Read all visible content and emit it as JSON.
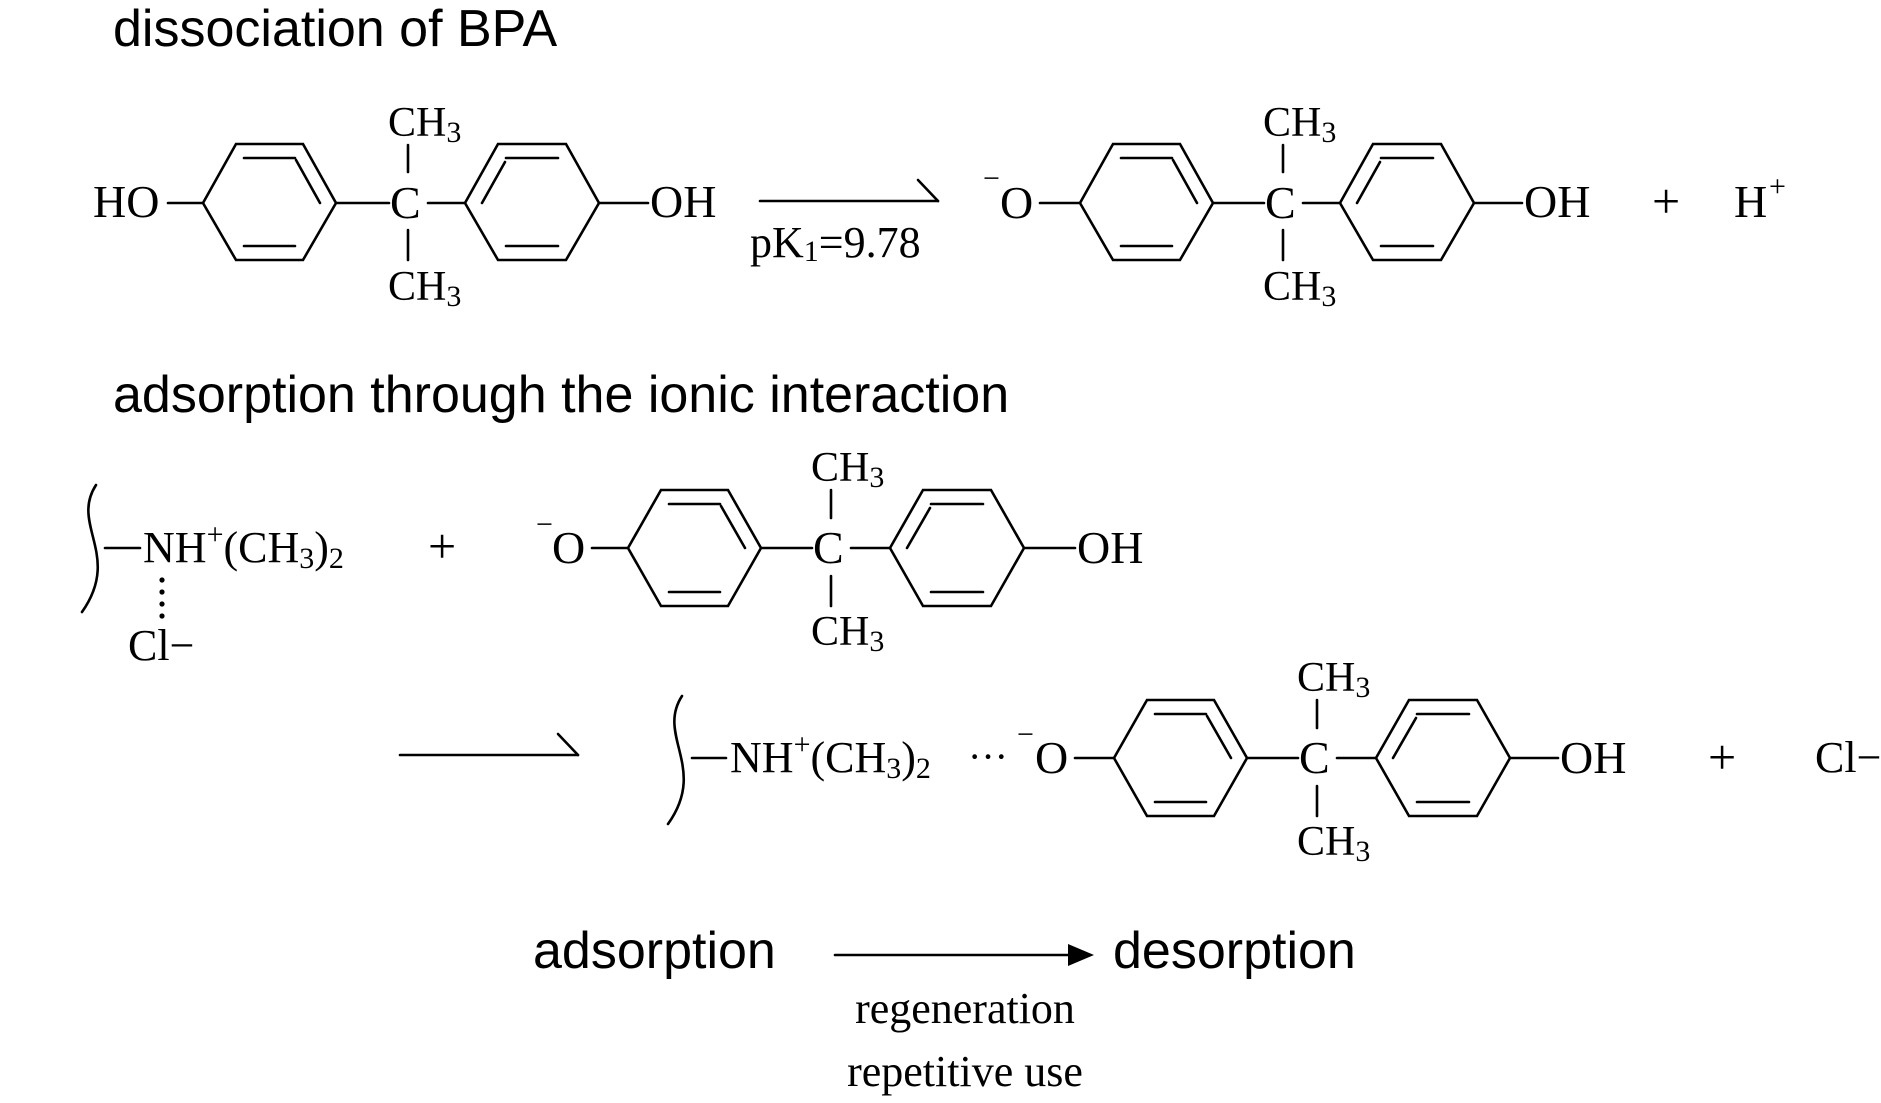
{
  "headings": {
    "dissociation": "dissociation of BPA",
    "adsorption": "adsorption through the ionic interaction"
  },
  "dissociation": {
    "reactant": {
      "left_group": "HO",
      "center_atom": "C",
      "methyl_top": "CH3",
      "methyl_bottom": "CH3",
      "right_group": "OH"
    },
    "arrow_label": "pK1=9.78",
    "product": {
      "left_group": "O",
      "left_charge": "−",
      "center_atom": "C",
      "methyl_top": "CH3",
      "methyl_bottom": "CH3",
      "right_group": "OH"
    },
    "plus": "+",
    "proton": "H",
    "proton_charge": "+"
  },
  "adsorption": {
    "resin_group": "NH+(CH3)2",
    "counter_ion": "Cl−",
    "plus": "+",
    "anion": {
      "left_group": "O",
      "left_charge": "−",
      "center_atom": "C",
      "methyl_top": "CH3",
      "methyl_bottom": "CH3",
      "right_group": "OH"
    },
    "product_resin_group": "NH+(CH3)2",
    "ionic_bond": "···",
    "product_anion": {
      "left_group": "O",
      "left_charge": "−",
      "center_atom": "C",
      "methyl_top": "CH3",
      "methyl_bottom": "CH3",
      "right_group": "OH"
    },
    "plus2": "+",
    "released_ion": "Cl−"
  },
  "cycle": {
    "left": "adsorption",
    "right": "desorption",
    "label_line1": "regeneration",
    "label_line2": "repetitive use"
  }
}
